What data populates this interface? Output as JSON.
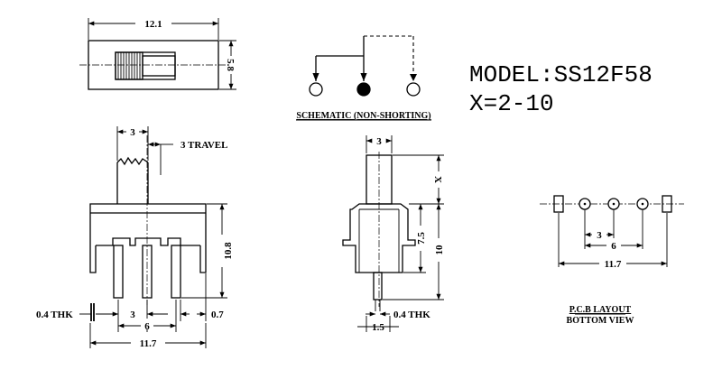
{
  "model": {
    "line1": "MODEL:SS12F58",
    "line2": "X=2-10"
  },
  "schematic": {
    "caption": "SCHEMATIC (NON-SHORTING)"
  },
  "top_view": {
    "width_label": "12.1",
    "height_label": "5.8"
  },
  "front_view": {
    "pitch_label": "3",
    "travel_label": "3 TRAVEL",
    "height_label": "10.8",
    "thickness_label": "0.4 THK",
    "pin_pitch_label": "3",
    "span_label": "6",
    "edge_label": "0.7",
    "overall_label": "11.7"
  },
  "side_view": {
    "actuator_label": "3",
    "x_label": "X",
    "body_label": "7.5",
    "total_label": "10",
    "thickness_label": "0.4 THK",
    "pin_label": "1.5"
  },
  "pcb_layout": {
    "pitch_label": "3",
    "span_label": "6",
    "overall_label": "11.7",
    "caption_line1": "P.C.B LAYOUT",
    "caption_line2": "BOTTOM VIEW"
  }
}
